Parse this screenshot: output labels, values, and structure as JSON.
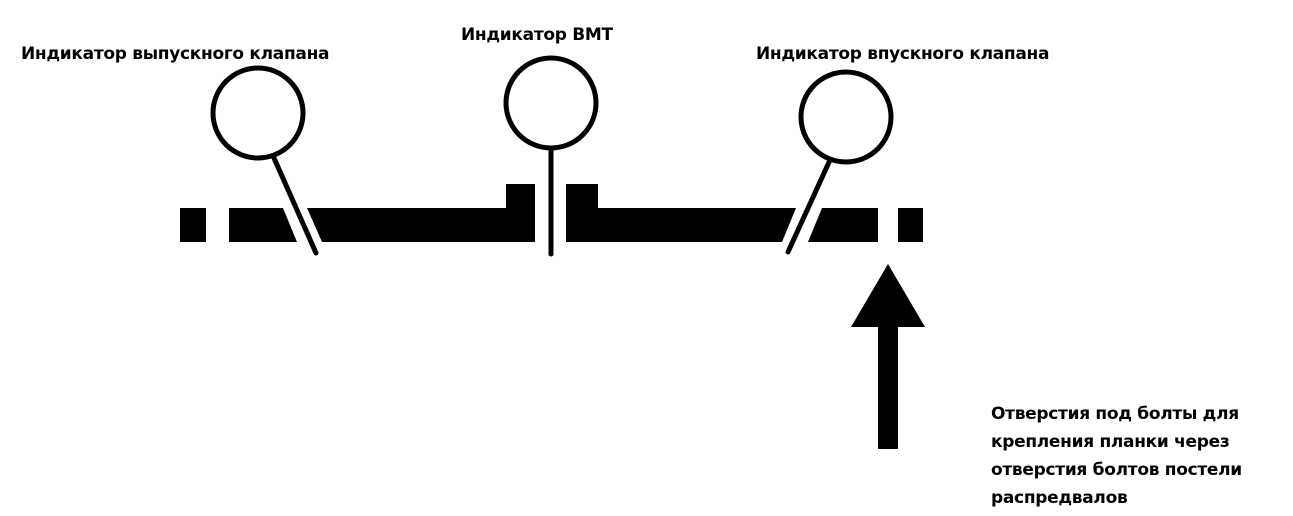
{
  "labels": {
    "exhaust": "Индикатор выпускного клапана",
    "bmt": "Индикатор ВМТ",
    "intake": "Индикатор впускного клапана"
  },
  "note": {
    "lines": [
      "Отверстия под болты для",
      "крепления планки через",
      "отверстия болтов постели",
      "распредвалов"
    ]
  },
  "colors": {
    "ink": "#000000",
    "background": "#ffffff"
  }
}
